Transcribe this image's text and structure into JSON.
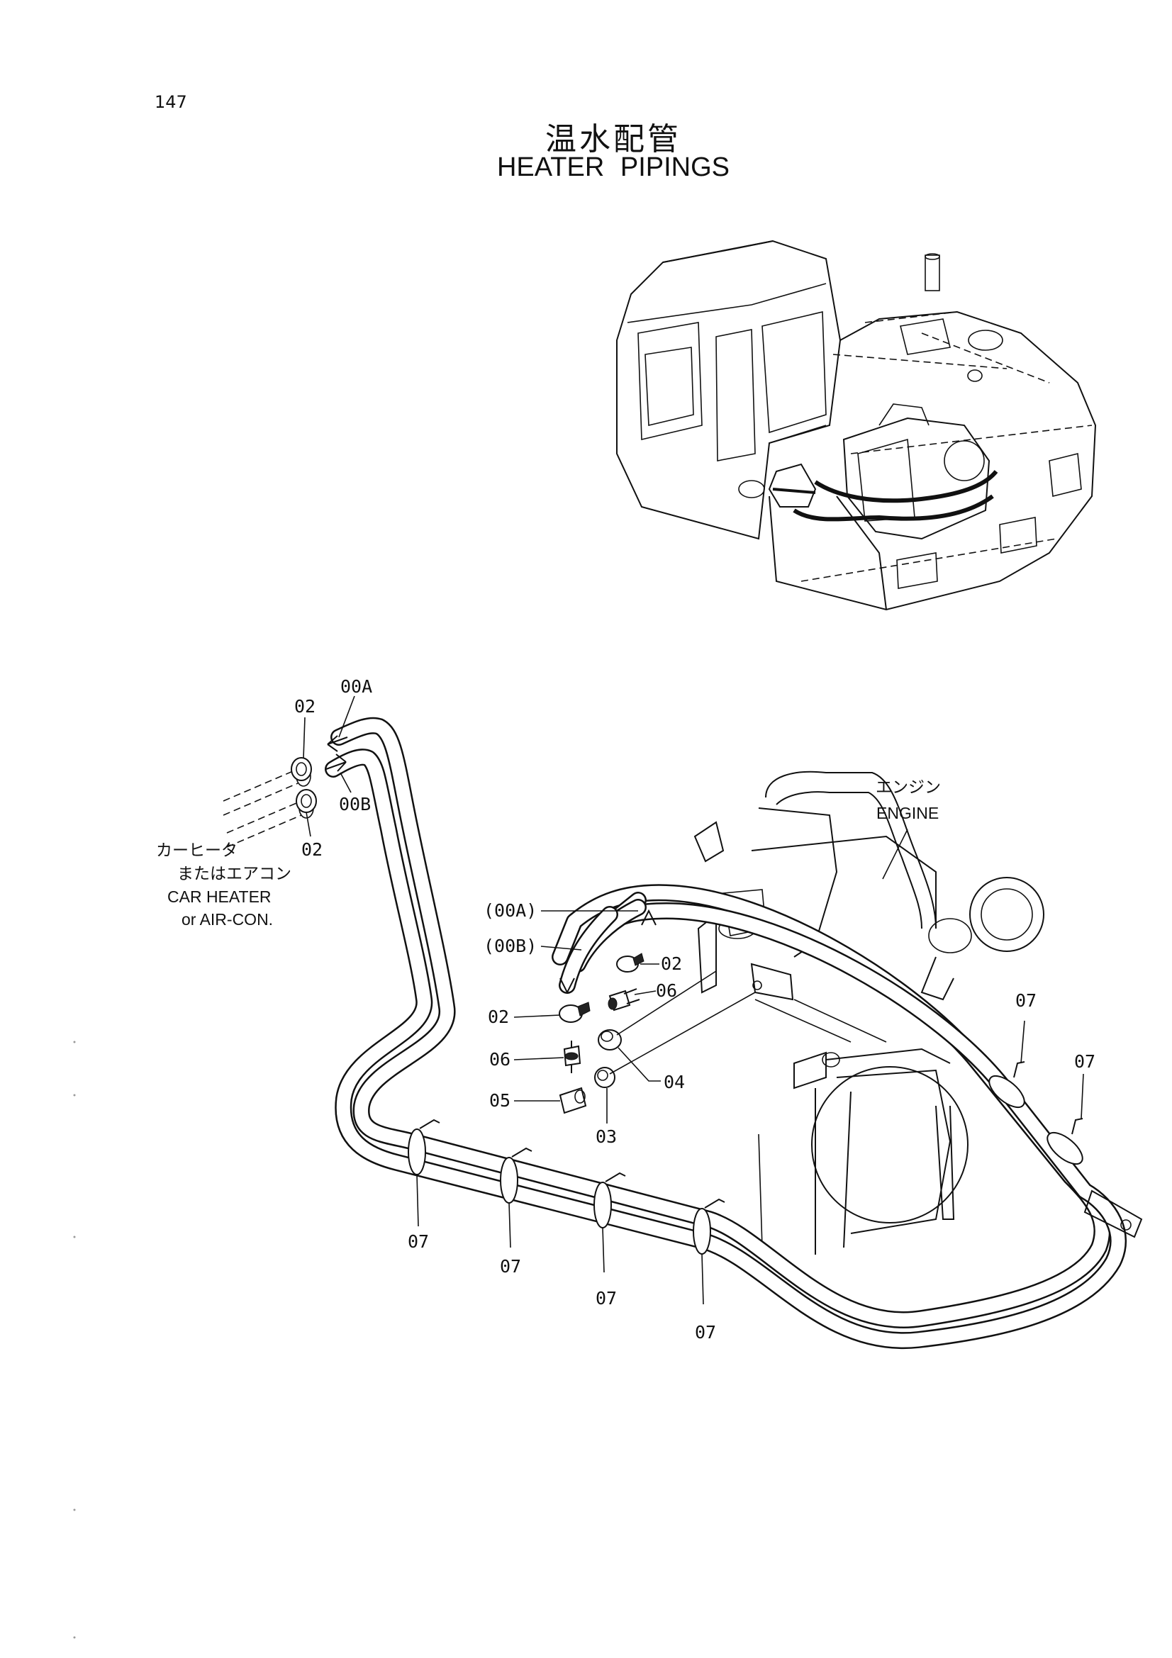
{
  "page_number": "147",
  "title_jp": "温水配管",
  "title_en": "HEATER  PIPINGS",
  "callouts": {
    "hose_00a": "00A",
    "hose_00b": "00B",
    "hose_00a_ref": "(00A)",
    "hose_00b_ref": "(00B)",
    "part_02": "02",
    "part_03": "03",
    "part_04": "04",
    "part_05": "05",
    "part_06": "06",
    "part_07": "07"
  },
  "labels": {
    "engine_jp": "エンジン",
    "engine_en": "ENGINE",
    "car_heater_jp_1": "カーヒータ",
    "car_heater_jp_2": "またはエアコン",
    "car_heater_en_1": "CAR HEATER",
    "car_heater_en_2": "or  AIR-CON."
  }
}
